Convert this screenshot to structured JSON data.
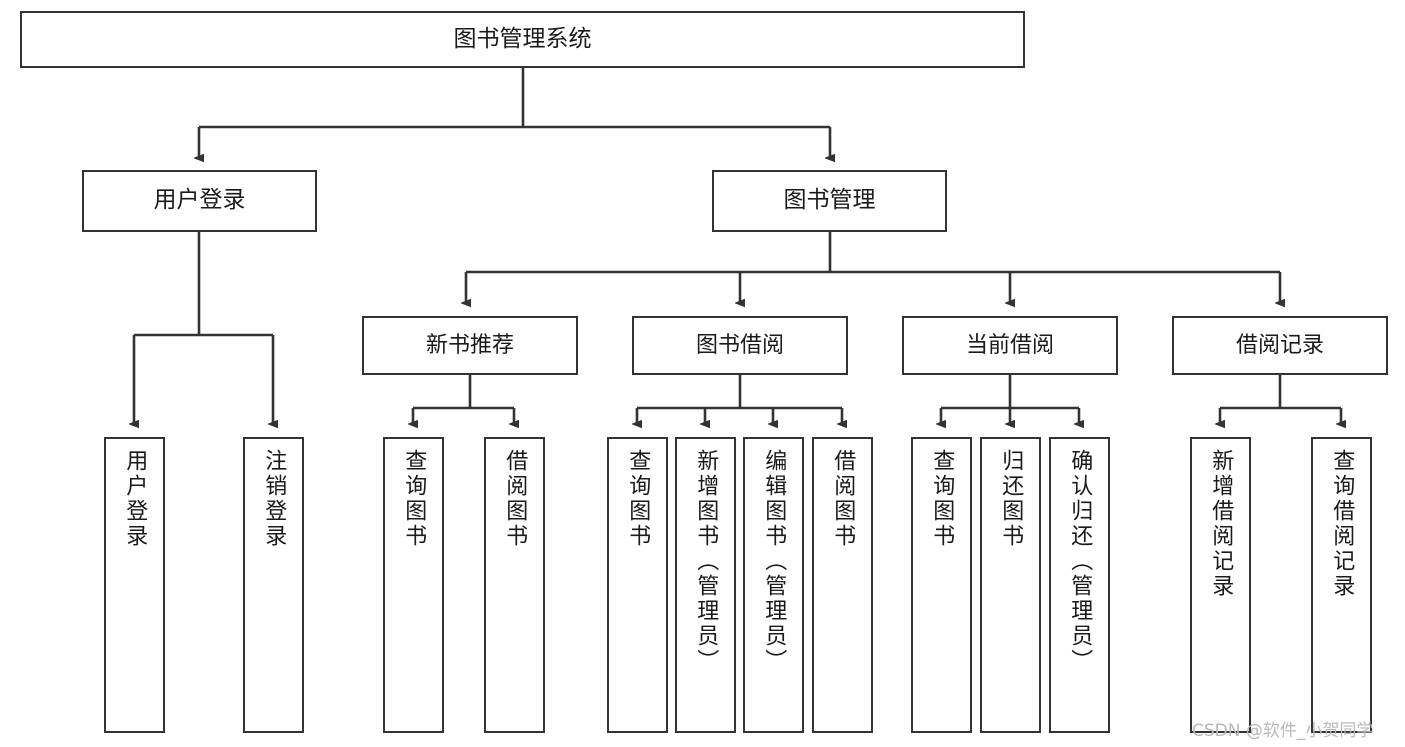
{
  "diagram": {
    "title": "图书管理系统",
    "type": "tree-hierarchy-diagram",
    "colors": {
      "box_border": "#333333",
      "box_fill": "#ffffff",
      "connector": "#333333",
      "text": "#1a1a1a",
      "watermark": "#b9b9b9",
      "background": "#ffffff"
    },
    "root": {
      "label": "图书管理系统"
    },
    "level2": [
      {
        "label": "用户登录"
      },
      {
        "label": "图书管理"
      }
    ],
    "level3": [
      {
        "label": "新书推荐"
      },
      {
        "label": "图书借阅"
      },
      {
        "label": "当前借阅"
      },
      {
        "label": "借阅记录"
      }
    ],
    "leaves": [
      {
        "label": "用户登录",
        "parent": "用户登录"
      },
      {
        "label": "注销登录",
        "parent": "用户登录"
      },
      {
        "label": "查询图书",
        "parent": "新书推荐"
      },
      {
        "label": "借阅图书",
        "parent": "新书推荐"
      },
      {
        "label": "查询图书",
        "parent": "图书借阅"
      },
      {
        "label": "新增图书（管理员）",
        "parent": "图书借阅"
      },
      {
        "label": "编辑图书（管理员）",
        "parent": "图书借阅"
      },
      {
        "label": "借阅图书",
        "parent": "图书借阅"
      },
      {
        "label": "查询图书",
        "parent": "当前借阅"
      },
      {
        "label": "归还图书",
        "parent": "当前借阅"
      },
      {
        "label": "确认归还（管理员）",
        "parent": "当前借阅"
      },
      {
        "label": "新增借阅记录",
        "parent": "借阅记录"
      },
      {
        "label": "查询借阅记录",
        "parent": "借阅记录"
      }
    ],
    "watermark": "CSDN @软件_小贺同学"
  }
}
